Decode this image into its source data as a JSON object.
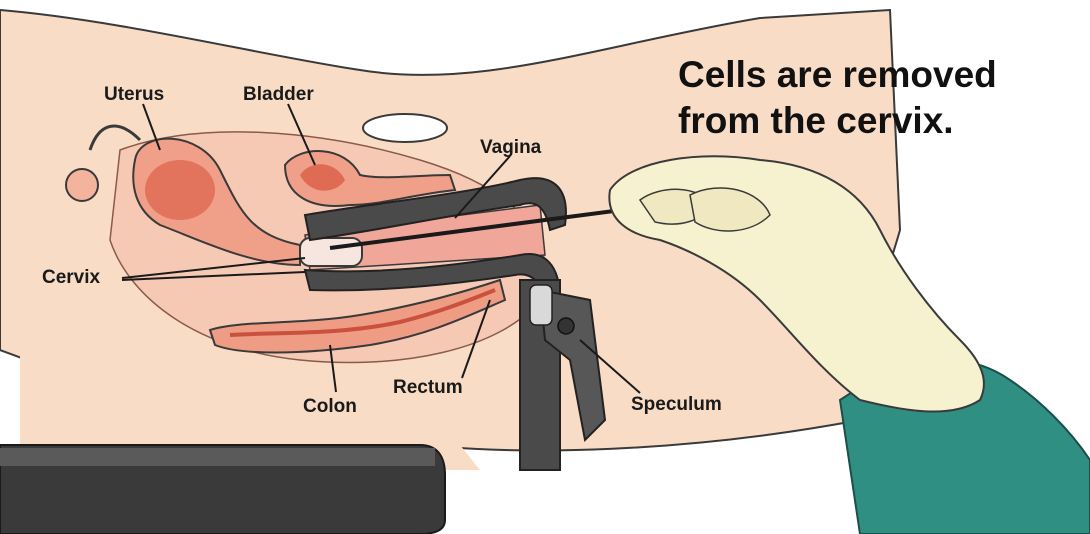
{
  "caption": {
    "line1": "Cells are removed",
    "line2": "from the cervix."
  },
  "labels": {
    "uterus": "Uterus",
    "bladder": "Bladder",
    "vagina": "Vagina",
    "cervix": "Cervix",
    "colon": "Colon",
    "rectum": "Rectum",
    "speculum": "Speculum"
  },
  "colors": {
    "skin": "#f7d9c2",
    "tissue": "#f4c3b0",
    "organ": "#e9846b",
    "organ_dark": "#d85c48",
    "speculum": "#4a4a4a",
    "glove": "#f6f1cf",
    "gown": "#2f8f82",
    "table": "#3a3a3a"
  }
}
